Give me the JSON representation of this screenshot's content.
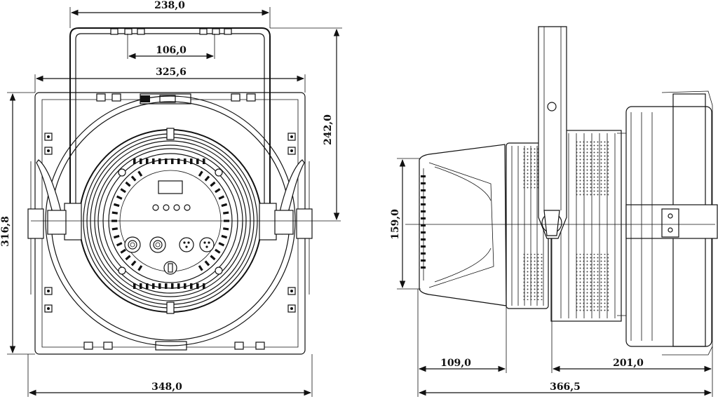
{
  "dimensions": {
    "front_top_width": "238,0",
    "front_inner_width": "106,0",
    "front_mid_width": "325,6",
    "front_right_height": "242,0",
    "front_left_height": "316,8",
    "front_bottom_width": "348,0",
    "side_height": "159,0",
    "side_front_depth": "109,0",
    "side_rear_depth": "201,0",
    "side_total_depth": "366,5"
  }
}
